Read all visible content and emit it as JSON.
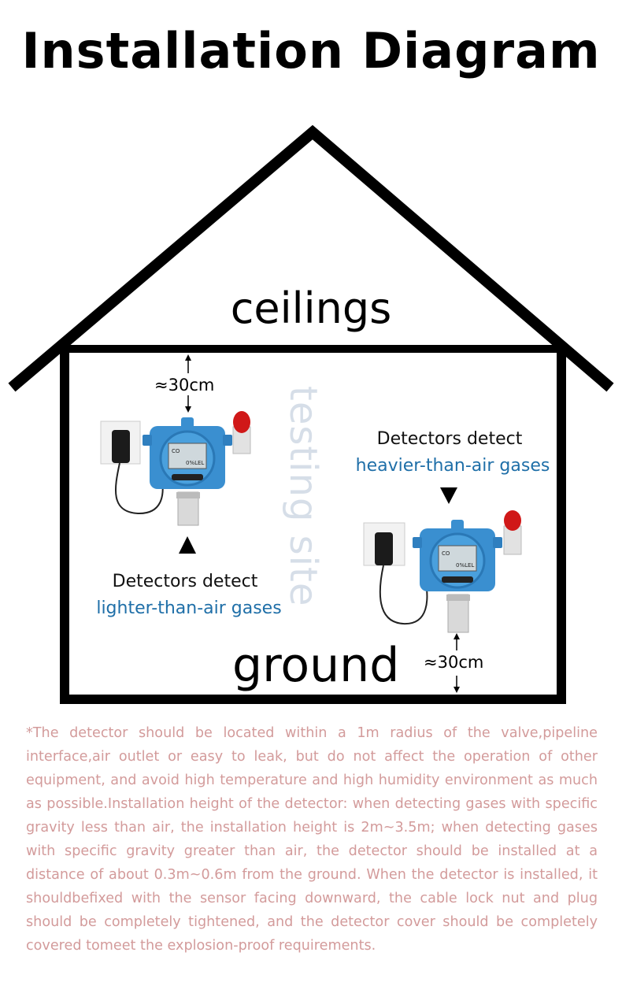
{
  "title": "Installation Diagram",
  "labels": {
    "ceilings": "ceilings",
    "ground": "ground",
    "watermark": "testing site",
    "dist_top": "≈30cm",
    "dist_bottom": "≈30cm"
  },
  "left_detector": {
    "caption": "Detectors detect",
    "gas": "lighter-than-air gases",
    "screen_gas": "CO",
    "screen_unit": "0%LEL"
  },
  "right_detector": {
    "caption": "Detectors detect",
    "gas": "heavier-than-air gases",
    "screen_gas": "CO",
    "screen_unit": "0%LEL"
  },
  "note": "*The detector should be located within a 1m radius of the valve,pipeline interface,air outlet or easy to leak, but do not affect the operation of other equipment, and avoid high temperature and high humidity environment as much as possible.Installation height of the detector: when detecting gases with specific gravity less than air, the installation height is 2m~3.5m; when detecting gases with specific gravity greater than air, the detector should be installed at a distance of about 0.3m~0.6m from the ground. When the detector is installed, it shouldbefixed with the sensor facing downward, the cable lock nut and plug should be completely tightened, and the detector cover should be completely covered tomeet the explosion-proof requirements.",
  "colors": {
    "detector_body": "#3a8fd0",
    "alarm_red": "#d01818",
    "gas_text": "#1f6fa8",
    "note_text": "#d39b9b",
    "watermark": "#d6dee8"
  }
}
